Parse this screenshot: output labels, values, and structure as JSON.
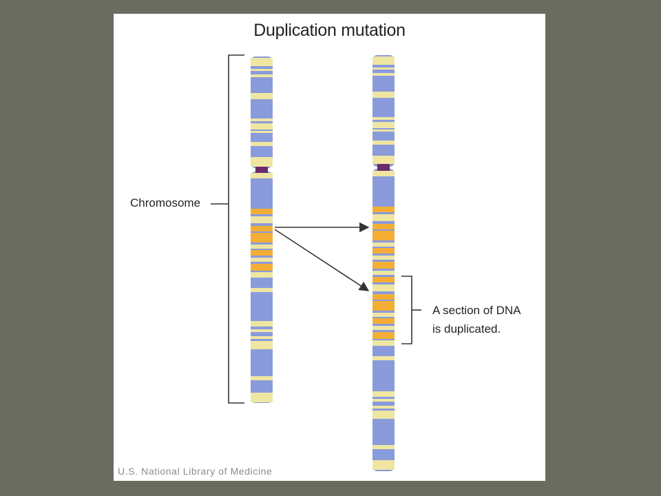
{
  "diagram": {
    "title": "Duplication mutation",
    "chromosome_label": "Chromosome",
    "duplication_label_line1": "A section of DNA",
    "duplication_label_line2": "is duplicated.",
    "credit": "U.S. National Library of Medicine"
  },
  "colors": {
    "background": "#6b6c60",
    "panel": "#ffffff",
    "chromosome_blue": "#8a9bdc",
    "band_cream": "#efe6a2",
    "band_orange": "#f5ae35",
    "centromere": "#6b2a6b",
    "line": "#333333"
  }
}
